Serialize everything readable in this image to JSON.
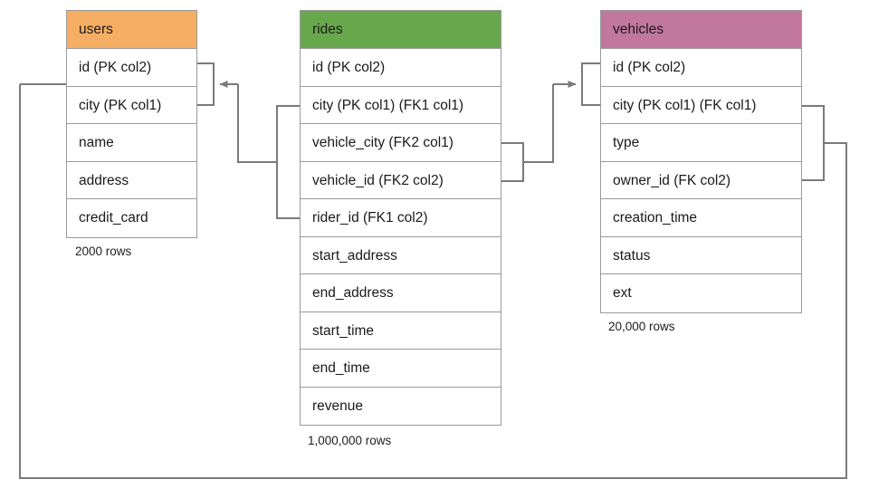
{
  "diagram": {
    "type": "entity-relationship-diagram",
    "background": "#ffffff",
    "line_color": "#7a7a7a",
    "border_color": "#9a9a9a"
  },
  "entities": [
    {
      "name": "users",
      "title": "users",
      "header_color": "#f5ae63",
      "row_count_label": "2000 rows",
      "fields": [
        {
          "label": "id (PK col2)"
        },
        {
          "label": "city (PK col1)"
        },
        {
          "label": "name"
        },
        {
          "label": "address"
        },
        {
          "label": "credit_card"
        }
      ]
    },
    {
      "name": "rides",
      "title": "rides",
      "header_color": "#68a84d",
      "row_count_label": "1,000,000 rows",
      "fields": [
        {
          "label": "id (PK col2)"
        },
        {
          "label": "city (PK col1) (FK1 col1)"
        },
        {
          "label": "vehicle_city (FK2 col1)"
        },
        {
          "label": "vehicle_id (FK2 col2)"
        },
        {
          "label": "rider_id (FK1 col2)"
        },
        {
          "label": "start_address"
        },
        {
          "label": "end_address"
        },
        {
          "label": "start_time"
        },
        {
          "label": "end_time"
        },
        {
          "label": "revenue"
        }
      ]
    },
    {
      "name": "vehicles",
      "title": "vehicles",
      "header_color": "#c2779f",
      "row_count_label": "20,000 rows",
      "fields": [
        {
          "label": "id (PK col2)"
        },
        {
          "label": "city (PK col1) (FK col1)"
        },
        {
          "label": "type"
        },
        {
          "label": "owner_id (FK col2)"
        },
        {
          "label": "creation_time"
        },
        {
          "label": "status"
        },
        {
          "label": "ext"
        }
      ]
    }
  ],
  "relationships": [
    {
      "name": "rides-to-users",
      "from": "rides(city, rider_id)",
      "to": "users(id, city)"
    },
    {
      "name": "rides-to-vehicles",
      "from": "rides(vehicle_city, vehicle_id)",
      "to": "vehicles(id, city)"
    },
    {
      "name": "vehicles-to-users",
      "from": "vehicles(city, owner_id)",
      "to": "users(id, city)"
    }
  ]
}
